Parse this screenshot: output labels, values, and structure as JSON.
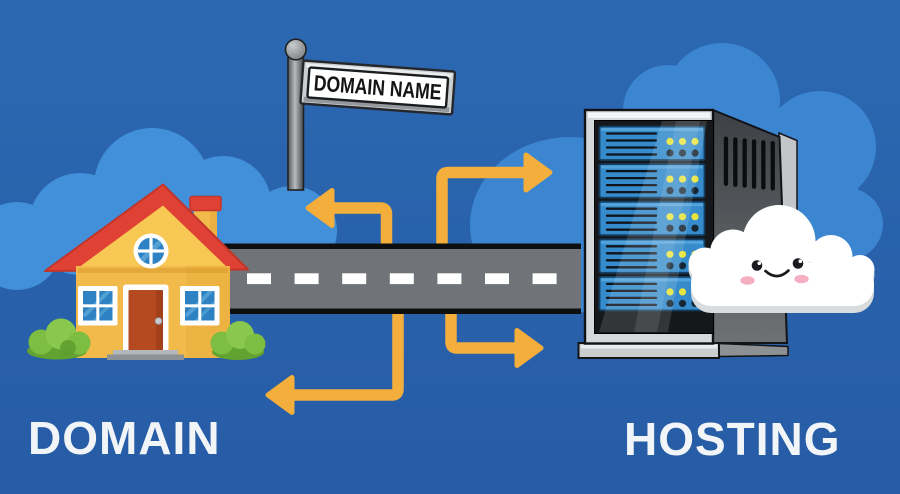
{
  "scene": {
    "left_concept": {
      "label": "DOMAIN",
      "icon": "house-icon"
    },
    "right_concept": {
      "label": "HOSTING",
      "icon": "server-rack-icon"
    },
    "sign": {
      "text": "DOMAIN NAME",
      "icon": "street-sign-icon"
    },
    "connector": "road-with-dashed-center-line",
    "arrows": [
      "up-left",
      "up-right",
      "down-left",
      "down-right"
    ],
    "mascot": "smiling-cloud-character"
  },
  "colors": {
    "background_top": "#2c68b2",
    "background_bottom": "#265ca5",
    "cloud_left_blue": "#4190d9",
    "cloud_right_blue": "#3c86d1",
    "arrow_yellow": "#f3ae3c",
    "road_gray": "#70747​8",
    "road_dash": "#ffffff",
    "house_wall": "#f2ba4a",
    "roof_red": "#e04135",
    "door_red": "#b54a21",
    "window_blue": "#2e81c2",
    "bush_green": "#7dbd41",
    "server_blue": "#358bcb",
    "server_panel_dark": "#15171a",
    "label_text": "#f2f5f8",
    "sign_text": "#141414"
  }
}
